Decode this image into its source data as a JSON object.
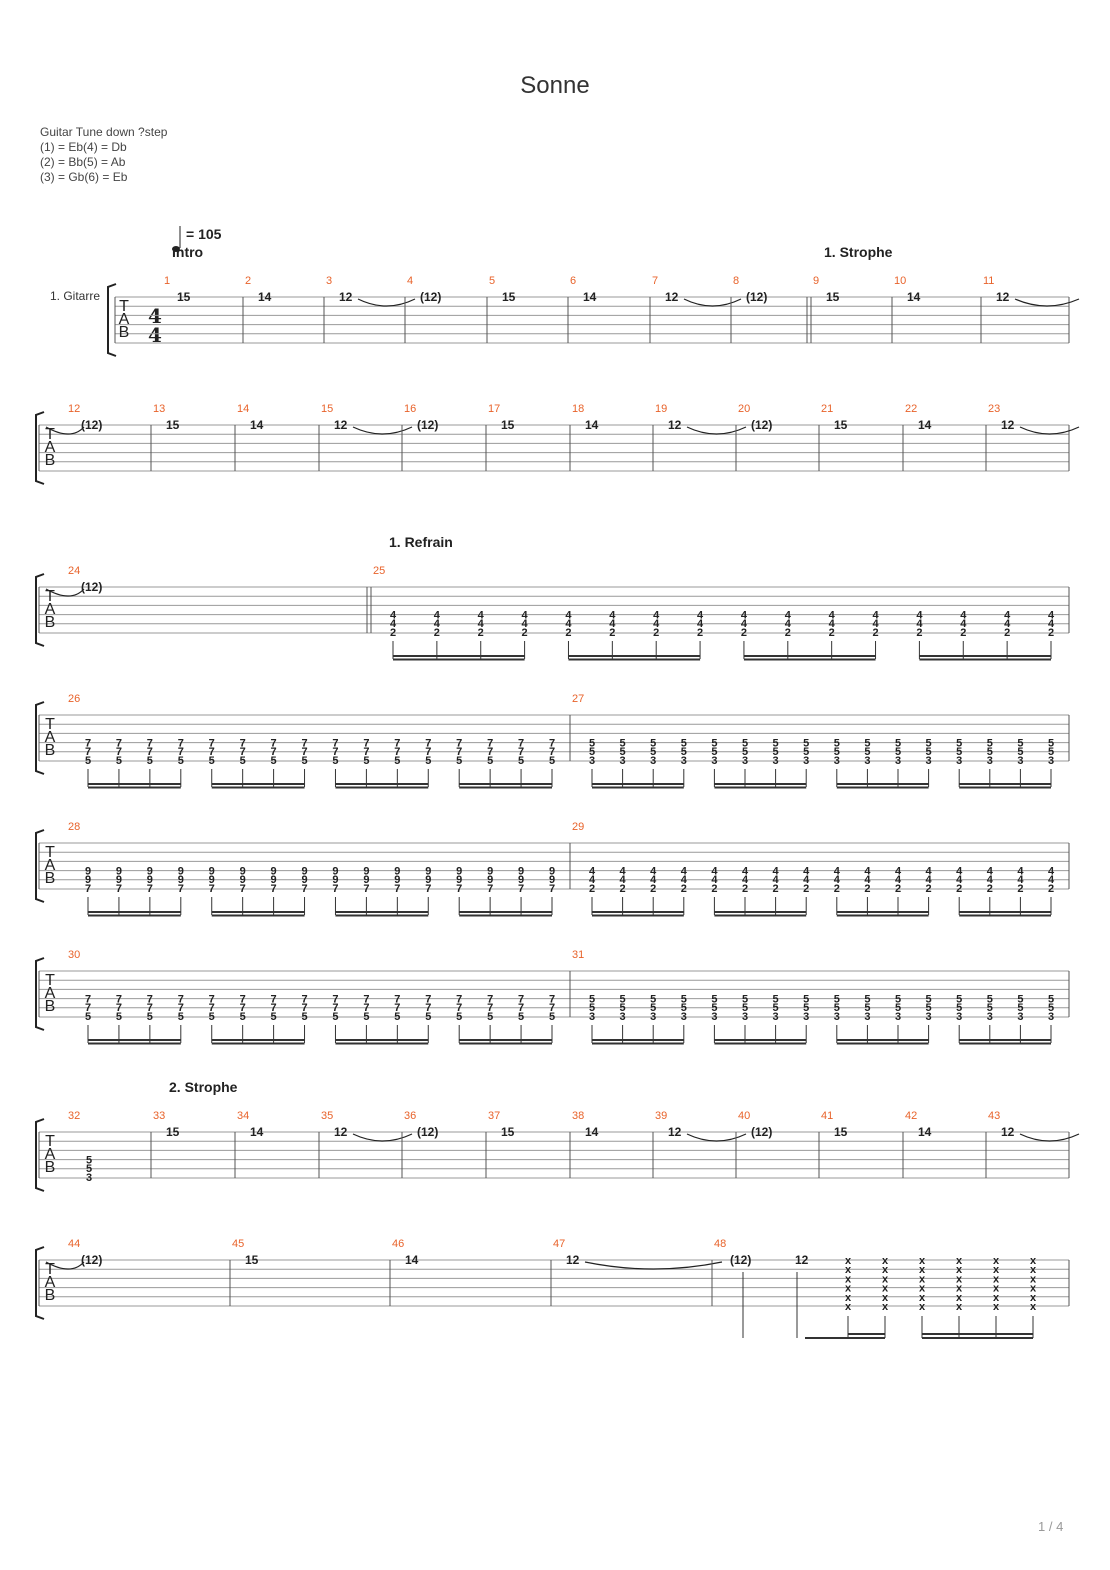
{
  "title": "Sonne",
  "tuning": {
    "lines": [
      "Guitar Tune down ?step",
      "(1) = Eb(4) = Db",
      "(2) = Bb(5) = Ab",
      "(3) = Gb(6) = Eb"
    ]
  },
  "tempo": {
    "symbol": "♩",
    "value": "= 105"
  },
  "time_signature": {
    "top": "4",
    "bottom": "4"
  },
  "instrument": "1. Gitarre",
  "tab_clef": [
    "T",
    "A",
    "B"
  ],
  "sections": {
    "intro": "Intro",
    "strophe1": "1. Strophe",
    "refrain1": "1. Refrain",
    "strophe2": "2. Strophe"
  },
  "page_number": "1 / 4",
  "systems": [
    {
      "measures": [
        {
          "number": "1",
          "notes": [
            {
              "text": "15",
              "string": 1
            }
          ]
        },
        {
          "number": "2",
          "notes": [
            {
              "text": "14",
              "string": 1
            }
          ]
        },
        {
          "number": "3",
          "notes": [
            {
              "text": "12",
              "string": 1
            }
          ],
          "tie": true
        },
        {
          "number": "4",
          "notes": [
            {
              "text": "(12)",
              "string": 1
            }
          ]
        },
        {
          "number": "5",
          "notes": [
            {
              "text": "15",
              "string": 1
            }
          ]
        },
        {
          "number": "6",
          "notes": [
            {
              "text": "14",
              "string": 1
            }
          ]
        },
        {
          "number": "7",
          "notes": [
            {
              "text": "12",
              "string": 1
            }
          ],
          "tie": true
        },
        {
          "number": "8",
          "notes": [
            {
              "text": "(12)",
              "string": 1
            }
          ]
        },
        {
          "number": "9",
          "notes": [
            {
              "text": "15",
              "string": 1
            }
          ]
        },
        {
          "number": "10",
          "notes": [
            {
              "text": "14",
              "string": 1
            }
          ]
        },
        {
          "number": "11",
          "notes": [
            {
              "text": "12",
              "string": 1
            }
          ],
          "tie": true
        }
      ]
    },
    {
      "measures": [
        {
          "number": "12",
          "notes": [
            {
              "text": "(12)",
              "string": 1
            }
          ]
        },
        {
          "number": "13",
          "notes": [
            {
              "text": "15",
              "string": 1
            }
          ]
        },
        {
          "number": "14",
          "notes": [
            {
              "text": "14",
              "string": 1
            }
          ]
        },
        {
          "number": "15",
          "notes": [
            {
              "text": "12",
              "string": 1
            }
          ],
          "tie": true
        },
        {
          "number": "16",
          "notes": [
            {
              "text": "(12)",
              "string": 1
            }
          ]
        },
        {
          "number": "17",
          "notes": [
            {
              "text": "15",
              "string": 1
            }
          ]
        },
        {
          "number": "18",
          "notes": [
            {
              "text": "14",
              "string": 1
            }
          ]
        },
        {
          "number": "19",
          "notes": [
            {
              "text": "12",
              "string": 1
            }
          ],
          "tie": true
        },
        {
          "number": "20",
          "notes": [
            {
              "text": "(12)",
              "string": 1
            }
          ]
        },
        {
          "number": "21",
          "notes": [
            {
              "text": "15",
              "string": 1
            }
          ]
        },
        {
          "number": "22",
          "notes": [
            {
              "text": "14",
              "string": 1
            }
          ]
        },
        {
          "number": "23",
          "notes": [
            {
              "text": "12",
              "string": 1
            }
          ],
          "tie": true
        }
      ]
    },
    {
      "measures": [
        {
          "number": "24",
          "notes": [
            {
              "text": "(12)",
              "string": 1
            }
          ]
        },
        {
          "number": "25",
          "chord": [
            "4",
            "4",
            "2"
          ],
          "count": 16
        }
      ]
    },
    {
      "measures": [
        {
          "number": "26",
          "chord": [
            "7",
            "7",
            "5"
          ],
          "count": 16
        },
        {
          "number": "27",
          "chord": [
            "5",
            "5",
            "3"
          ],
          "count": 16
        }
      ]
    },
    {
      "measures": [
        {
          "number": "28",
          "chord": [
            "9",
            "9",
            "7"
          ],
          "count": 16
        },
        {
          "number": "29",
          "chord": [
            "4",
            "4",
            "2"
          ],
          "count": 16
        }
      ]
    },
    {
      "measures": [
        {
          "number": "30",
          "chord": [
            "7",
            "7",
            "5"
          ],
          "count": 16
        },
        {
          "number": "31",
          "chord": [
            "5",
            "5",
            "3"
          ],
          "count": 16
        }
      ]
    },
    {
      "measures": [
        {
          "number": "32",
          "chord": [
            "5",
            "5",
            "3"
          ],
          "count": 1
        },
        {
          "number": "33",
          "notes": [
            {
              "text": "15",
              "string": 1
            }
          ]
        },
        {
          "number": "34",
          "notes": [
            {
              "text": "14",
              "string": 1
            }
          ]
        },
        {
          "number": "35",
          "notes": [
            {
              "text": "12",
              "string": 1
            }
          ],
          "tie": true
        },
        {
          "number": "36",
          "notes": [
            {
              "text": "(12)",
              "string": 1
            }
          ]
        },
        {
          "number": "37",
          "notes": [
            {
              "text": "15",
              "string": 1
            }
          ]
        },
        {
          "number": "38",
          "notes": [
            {
              "text": "14",
              "string": 1
            }
          ]
        },
        {
          "number": "39",
          "notes": [
            {
              "text": "12",
              "string": 1
            }
          ],
          "tie": true
        },
        {
          "number": "40",
          "notes": [
            {
              "text": "(12)",
              "string": 1
            }
          ]
        },
        {
          "number": "41",
          "notes": [
            {
              "text": "15",
              "string": 1
            }
          ]
        },
        {
          "number": "42",
          "notes": [
            {
              "text": "14",
              "string": 1
            }
          ]
        },
        {
          "number": "43",
          "notes": [
            {
              "text": "12",
              "string": 1
            }
          ],
          "tie": true
        }
      ]
    },
    {
      "measures": [
        {
          "number": "44",
          "notes": [
            {
              "text": "(12)",
              "string": 1
            }
          ]
        },
        {
          "number": "45",
          "notes": [
            {
              "text": "15",
              "string": 1
            }
          ]
        },
        {
          "number": "46",
          "notes": [
            {
              "text": "14",
              "string": 1
            }
          ]
        },
        {
          "number": "47",
          "notes": [
            {
              "text": "12",
              "string": 1
            }
          ],
          "tie": true
        },
        {
          "number": "48",
          "notes": [
            {
              "text": "(12)",
              "string": 1
            },
            {
              "text": "12",
              "string": 1
            }
          ],
          "dead_chords": 6,
          "dead_mark": "x"
        }
      ]
    }
  ]
}
